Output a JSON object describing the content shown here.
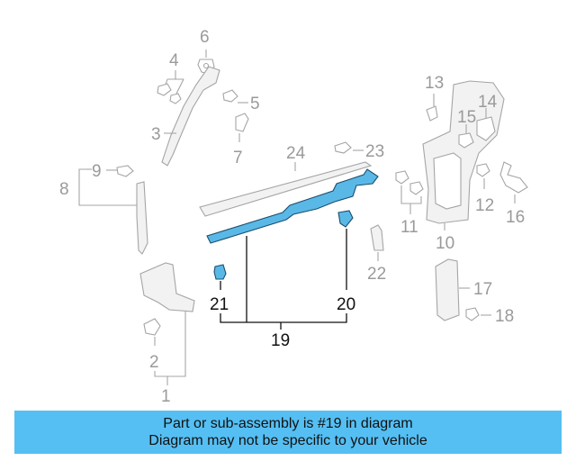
{
  "callouts": {
    "c1": "1",
    "c2": "2",
    "c3": "3",
    "c4": "4",
    "c5": "5",
    "c6": "6",
    "c7": "7",
    "c8": "8",
    "c9": "9",
    "c10": "10",
    "c11": "11",
    "c12": "12",
    "c13": "13",
    "c14": "14",
    "c15": "15",
    "c16": "16",
    "c17": "17",
    "c18": "18",
    "c19": "19",
    "c20": "20",
    "c21": "21",
    "c22": "22",
    "c23": "23",
    "c24": "24"
  },
  "banner": {
    "line1": "Part or sub-assembly is #19 in diagram",
    "line2": "Diagram may not be specific to your vehicle"
  },
  "colors": {
    "highlight": "#5ab8e6",
    "banner": "#55bff3",
    "gray_parts": "#a5a5a5"
  }
}
